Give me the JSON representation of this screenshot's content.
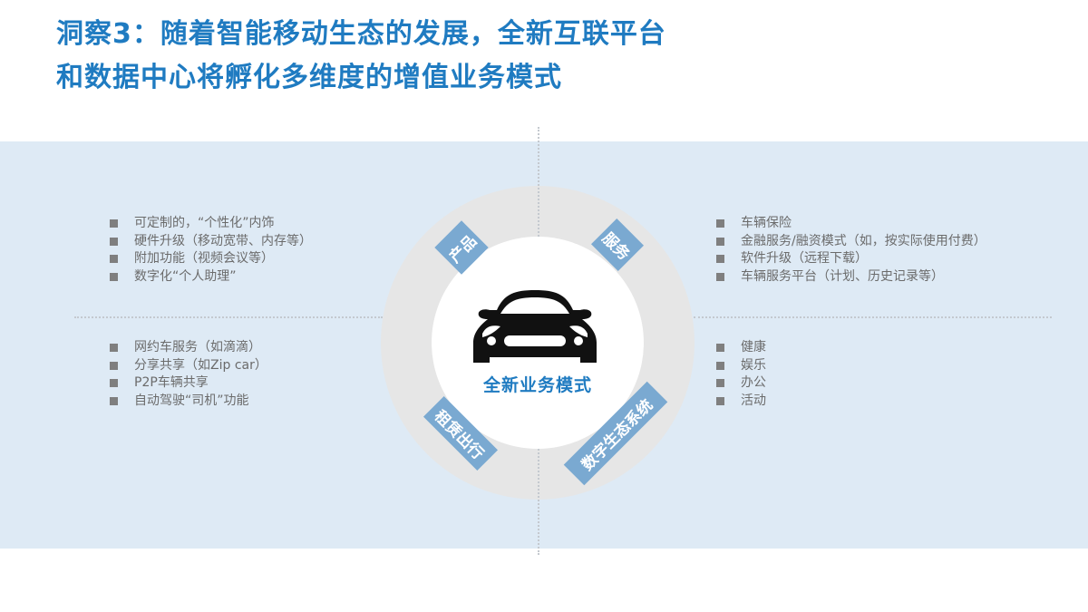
{
  "title": {
    "line1": "洞察3：随着智能移动生态的发展，全新互联平台",
    "line2": "和数据中心将孵化多维度的增值业务模式"
  },
  "colors": {
    "title": "#1f7bc1",
    "panel_bg": "#deeaf5",
    "ring": "#e6e6e6",
    "tag_bg": "#7aa9d1",
    "bullet": "#7f7f7f",
    "text": "#6b6b6b"
  },
  "center": {
    "icon": "car-icon",
    "label": "全新业务模式"
  },
  "quadrants": {
    "product": {
      "tag": "产品",
      "items": [
        "可定制的，“个性化”内饰",
        "硬件升级（移动宽带、内存等）",
        "附加功能（视频会议等）",
        "数字化“个人助理”"
      ]
    },
    "service": {
      "tag": "服务",
      "items": [
        "车辆保险",
        "金融服务/融资模式（如，按实际使用付费）",
        "软件升级（远程下载）",
        "车辆服务平台（计划、历史记录等）"
      ]
    },
    "mobility": {
      "tag": "租赁出行",
      "items": [
        "网约车服务（如滴滴）",
        "分享共享（如Zip car）",
        "P2P车辆共享",
        "自动驾驶“司机”功能"
      ]
    },
    "ecosystem": {
      "tag": "数字生态系统",
      "items": [
        "健康",
        "娱乐",
        "办公",
        "活动"
      ]
    }
  }
}
